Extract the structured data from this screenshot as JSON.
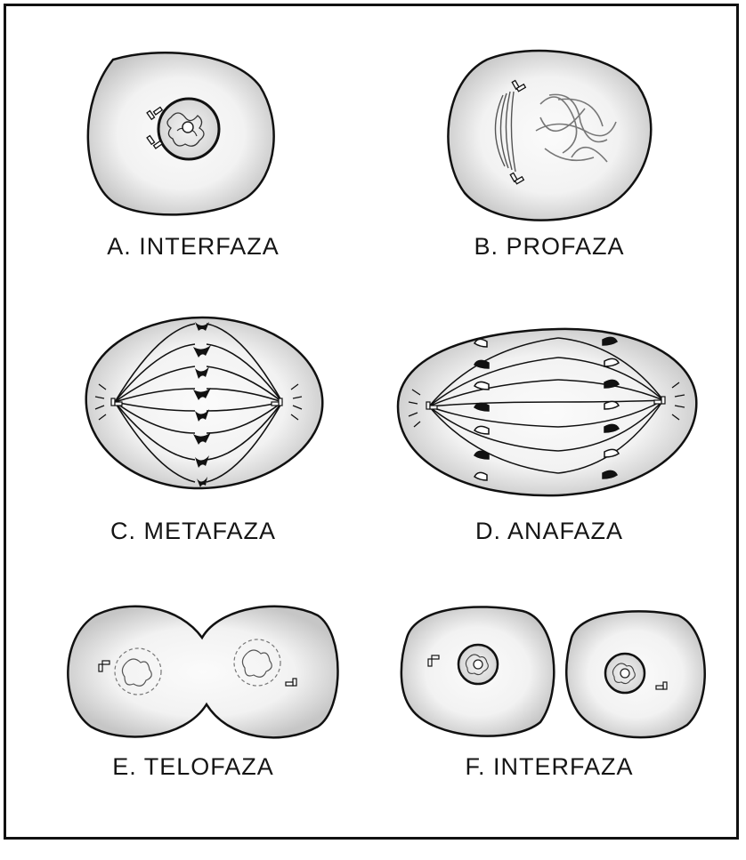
{
  "stages": [
    {
      "id": "a",
      "label": "A.  INTERFAZA"
    },
    {
      "id": "b",
      "label": "B.  PROFAZA"
    },
    {
      "id": "c",
      "label": "C.  METAFAZA"
    },
    {
      "id": "d",
      "label": "D.  ANAFAZA"
    },
    {
      "id": "e",
      "label": "E.  TELOFAZA"
    },
    {
      "id": "f",
      "label": "F.  INTERFAZA"
    }
  ],
  "colors": {
    "outline": "#111111",
    "cell_rim": "#c9c9c9",
    "cell_center": "#fbfbfb"
  }
}
